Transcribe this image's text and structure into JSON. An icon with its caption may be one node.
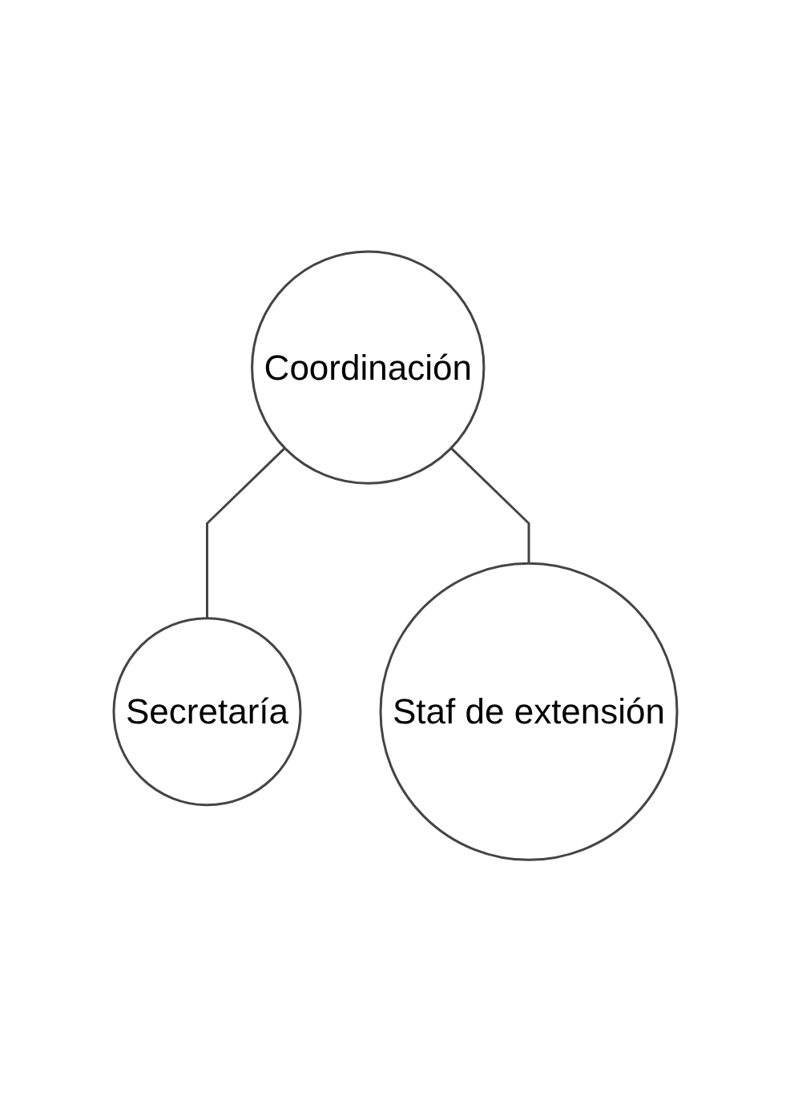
{
  "diagram": {
    "nodes": [
      {
        "text": [
          "Coordinación"
        ]
      },
      {
        "text": [
          "Secretaría"
        ]
      },
      {
        "text": [
          "Staf de extensión"
        ]
      }
    ],
    "edges": [
      {
        "from": 0,
        "to": 1,
        "arrow": "none"
      },
      {
        "from": 0,
        "to": 2,
        "arrow": "none"
      }
    ]
  }
}
